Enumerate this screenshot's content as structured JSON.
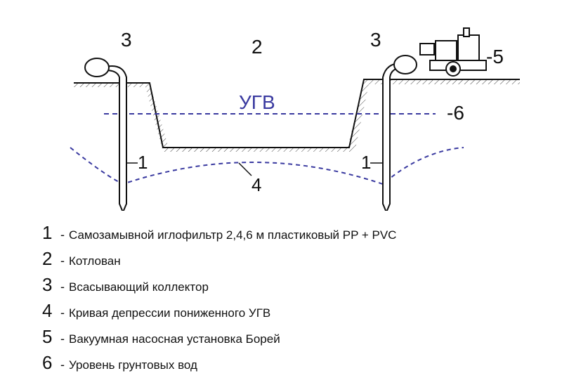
{
  "diagram": {
    "labels": {
      "needle_filter_left": "1",
      "needle_filter_right": "1",
      "pit": "2",
      "collector_left": "3",
      "collector_right": "3",
      "depression_curve": "4",
      "pump": "-5",
      "water_level": "-6",
      "ugv": "УГВ"
    },
    "colors": {
      "water_line": "#3a3aa0",
      "ink": "#111111"
    }
  },
  "legend": [
    {
      "num": "1",
      "text": "Самозамывной иглофильтр 2,4,6 м пластиковый PP + PVC"
    },
    {
      "num": "2",
      "text": "Котлован"
    },
    {
      "num": "3",
      "text": "Всасывающий коллектор"
    },
    {
      "num": "4",
      "text": "Кривая депрессии пониженного УГВ"
    },
    {
      "num": "5",
      "text": "Вакуумная насосная установка Борей"
    },
    {
      "num": "6",
      "text": "Уровень грунтовых вод"
    }
  ]
}
